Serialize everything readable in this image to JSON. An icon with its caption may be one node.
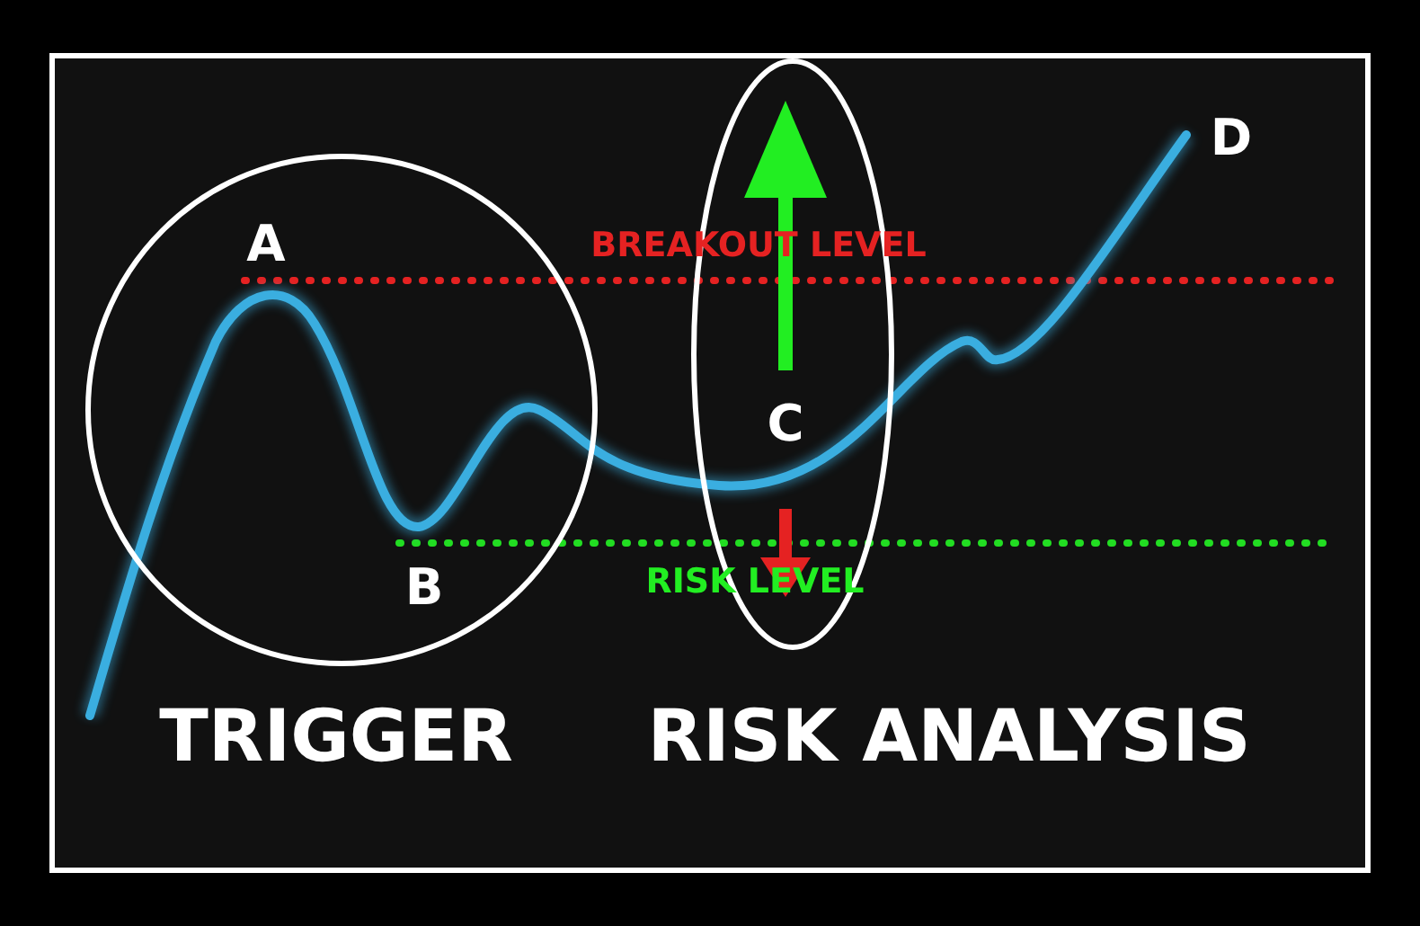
{
  "diagram": {
    "labels": [
      "D",
      "A",
      "BREAKOUT LEVEL",
      "C",
      "RISK LEVEL",
      "B",
      "TRIGGER",
      "RISK ANALYSIS"
    ]
  }
}
